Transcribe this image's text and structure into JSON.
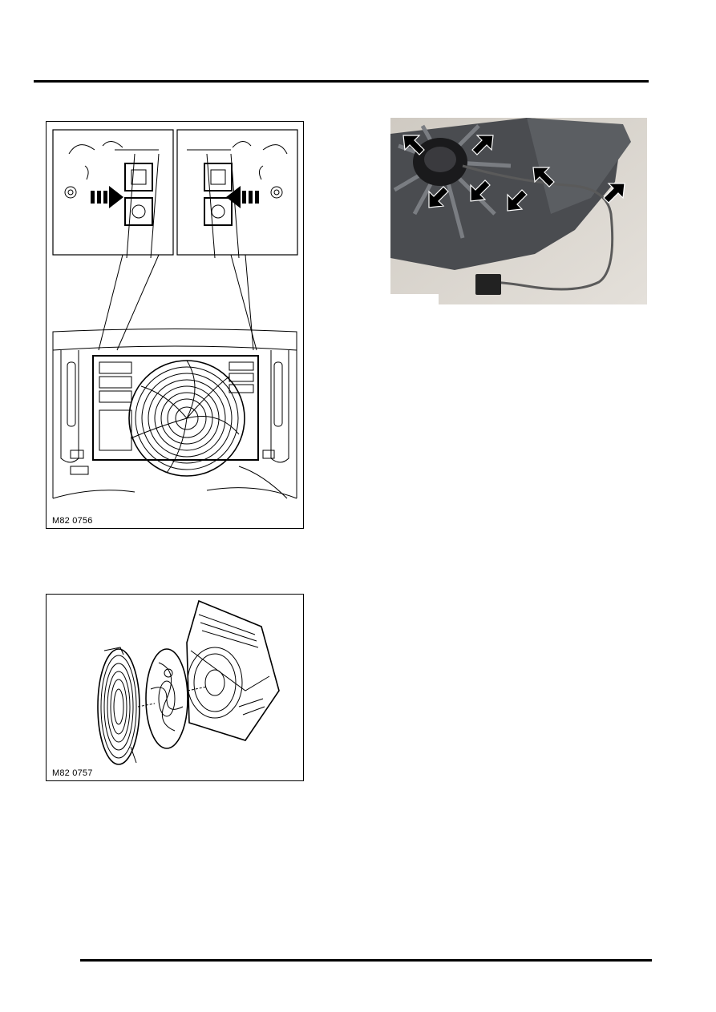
{
  "figures": [
    {
      "id": "fig1",
      "label": "M82 0756"
    },
    {
      "id": "fig2",
      "label": "M82 0757"
    }
  ]
}
